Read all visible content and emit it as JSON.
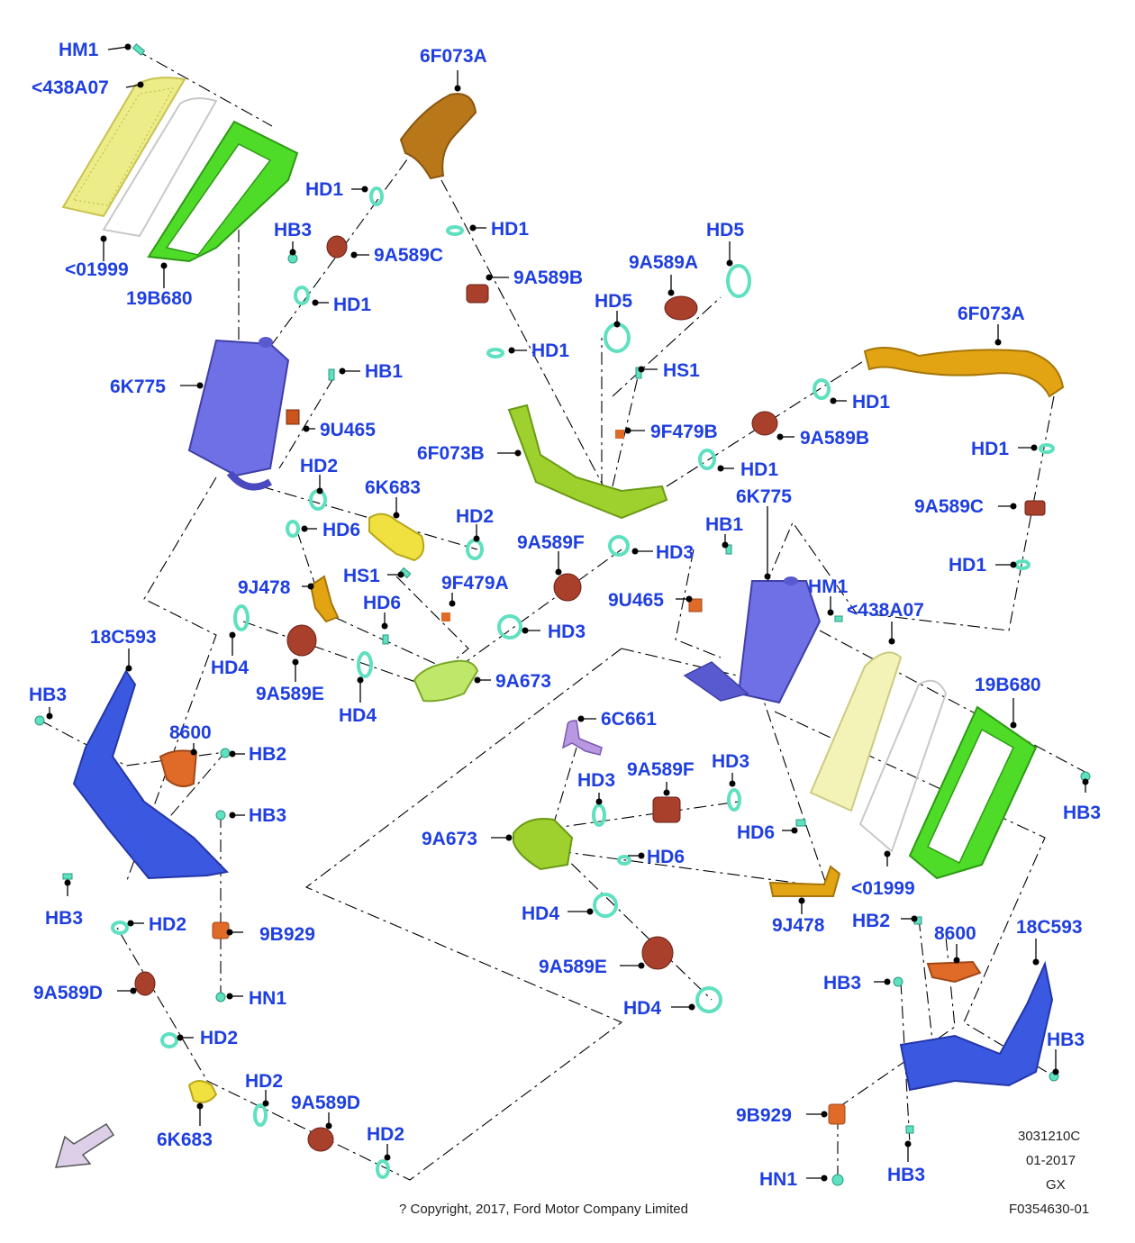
{
  "colors": {
    "label": "#1f3fe0",
    "cooler": "#6f6fe6",
    "bracket": "#4fdc28",
    "grille": "#ecec88",
    "orange_tube": "#e3a414",
    "brown_tube": "#b8781a",
    "green_tube": "#9fd12e",
    "clamp": "#5fe0c0",
    "hose": "#a8402c",
    "shield": "#3a58e0",
    "sensor": "#e06a28",
    "yellow_part": "#f0e040"
  },
  "callouts": [
    {
      "id": "HM1",
      "text": "HM1"
    },
    {
      "id": "438A07a",
      "text": "<438A07"
    },
    {
      "id": "01999a",
      "text": "<01999"
    },
    {
      "id": "19B680a",
      "text": "19B680"
    },
    {
      "id": "6F073Aa",
      "text": "6F073A"
    },
    {
      "id": "HD1a",
      "text": "HD1"
    },
    {
      "id": "HB3a",
      "text": "HB3"
    },
    {
      "id": "9A589Ca",
      "text": "9A589C"
    },
    {
      "id": "HD1b",
      "text": "HD1"
    },
    {
      "id": "HD1c",
      "text": "HD1"
    },
    {
      "id": "9A589Ba",
      "text": "9A589B"
    },
    {
      "id": "9A589Aa",
      "text": "9A589A"
    },
    {
      "id": "HD5a",
      "text": "HD5"
    },
    {
      "id": "HD5b",
      "text": "HD5"
    },
    {
      "id": "HD1d",
      "text": "HD1"
    },
    {
      "id": "6K775a",
      "text": "6K775"
    },
    {
      "id": "HB1a",
      "text": "HB1"
    },
    {
      "id": "HS1a",
      "text": "HS1"
    },
    {
      "id": "9U465a",
      "text": "9U465"
    },
    {
      "id": "9F479Ba",
      "text": "9F479B"
    },
    {
      "id": "6F073Ba",
      "text": "6F073B"
    },
    {
      "id": "6F073Ab",
      "text": "6F073A"
    },
    {
      "id": "HD1e",
      "text": "HD1"
    },
    {
      "id": "9A589Bb",
      "text": "9A589B"
    },
    {
      "id": "HD1f",
      "text": "HD1"
    },
    {
      "id": "HD1g",
      "text": "HD1"
    },
    {
      "id": "9A589Cb",
      "text": "9A589C"
    },
    {
      "id": "HD1h",
      "text": "HD1"
    },
    {
      "id": "HD2a",
      "text": "HD2"
    },
    {
      "id": "6K683a",
      "text": "6K683"
    },
    {
      "id": "HD6a",
      "text": "HD6"
    },
    {
      "id": "HD2b",
      "text": "HD2"
    },
    {
      "id": "9A589Fa",
      "text": "9A589F"
    },
    {
      "id": "HD3a",
      "text": "HD3"
    },
    {
      "id": "6K775b",
      "text": "6K775"
    },
    {
      "id": "HB1b",
      "text": "HB1"
    },
    {
      "id": "9J478a",
      "text": "9J478"
    },
    {
      "id": "HS1b",
      "text": "HS1"
    },
    {
      "id": "9F479Aa",
      "text": "9F479A"
    },
    {
      "id": "HD6b",
      "text": "HD6"
    },
    {
      "id": "9U465b",
      "text": "9U465"
    },
    {
      "id": "HM1b",
      "text": "HM1"
    },
    {
      "id": "438A07b",
      "text": "<438A07"
    },
    {
      "id": "HD3b",
      "text": "HD3"
    },
    {
      "id": "18C593a",
      "text": "18C593"
    },
    {
      "id": "HD4a",
      "text": "HD4"
    },
    {
      "id": "9A589Ea",
      "text": "9A589E"
    },
    {
      "id": "HD4b",
      "text": "HD4"
    },
    {
      "id": "9A673a",
      "text": "9A673"
    },
    {
      "id": "19B680b",
      "text": "19B680"
    },
    {
      "id": "HB3b",
      "text": "HB3"
    },
    {
      "id": "8600a",
      "text": "8600"
    },
    {
      "id": "HB2a",
      "text": "HB2"
    },
    {
      "id": "6C661a",
      "text": "6C661"
    },
    {
      "id": "HB3c",
      "text": "HB3"
    },
    {
      "id": "HD3c",
      "text": "HD3"
    },
    {
      "id": "9A589Fb",
      "text": "9A589F"
    },
    {
      "id": "HD3d",
      "text": "HD3"
    },
    {
      "id": "HB3d",
      "text": "HB3"
    },
    {
      "id": "HD6c",
      "text": "HD6"
    },
    {
      "id": "9A673b",
      "text": "9A673"
    },
    {
      "id": "HD6d",
      "text": "HD6"
    },
    {
      "id": "HB3e",
      "text": "HB3"
    },
    {
      "id": "01999b",
      "text": "<01999"
    },
    {
      "id": "HD2c",
      "text": "HD2"
    },
    {
      "id": "9B929a",
      "text": "9B929"
    },
    {
      "id": "HD4c",
      "text": "HD4"
    },
    {
      "id": "9J478b",
      "text": "9J478"
    },
    {
      "id": "HB2b",
      "text": "HB2"
    },
    {
      "id": "8600b",
      "text": "8600"
    },
    {
      "id": "18C593b",
      "text": "18C593"
    },
    {
      "id": "9A589Da",
      "text": "9A589D"
    },
    {
      "id": "HN1a",
      "text": "HN1"
    },
    {
      "id": "9A589Eb",
      "text": "9A589E"
    },
    {
      "id": "HB3f",
      "text": "HB3"
    },
    {
      "id": "HD2d",
      "text": "HD2"
    },
    {
      "id": "HD4d",
      "text": "HD4"
    },
    {
      "id": "HB3g",
      "text": "HB3"
    },
    {
      "id": "HD2e",
      "text": "HD2"
    },
    {
      "id": "9A589Db",
      "text": "9A589D"
    },
    {
      "id": "6K683b",
      "text": "6K683"
    },
    {
      "id": "HD2f",
      "text": "HD2"
    },
    {
      "id": "9B929b",
      "text": "9B929"
    },
    {
      "id": "HN1b",
      "text": "HN1"
    },
    {
      "id": "HB3h",
      "text": "HB3"
    }
  ],
  "footer": {
    "copyright": "? Copyright, 2017, Ford Motor Company Limited",
    "ref_number": "3031210C",
    "date": "01-2017",
    "model": "GX",
    "figure_id": "F0354630-01"
  }
}
